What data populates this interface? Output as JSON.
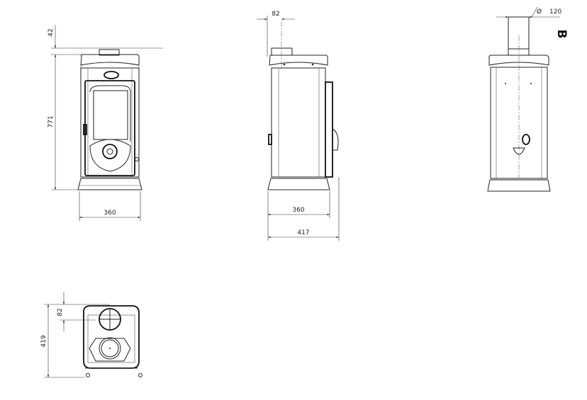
{
  "front_view": {
    "dim_flue_offset": "42",
    "dim_height": "771",
    "dim_width": "360"
  },
  "side_view": {
    "dim_flue_offset": "82",
    "dim_body_depth": "360",
    "dim_total_depth": "417"
  },
  "back_view": {
    "diameter_symbol": "Ø",
    "dim_flue_diameter": "120",
    "view_label": "B"
  },
  "top_view": {
    "dim_depth": "419",
    "dim_flue_offset": "82"
  }
}
